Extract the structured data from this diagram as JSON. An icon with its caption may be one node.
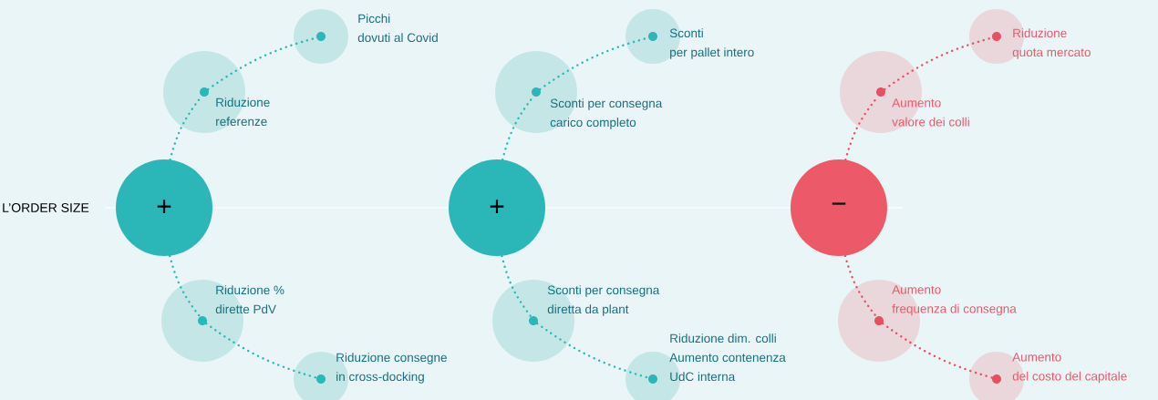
{
  "diagram": {
    "nodes": [
      {
        "text": [
          "+"
        ]
      },
      {
        "text": [
          "Picchi dovuti al Covid"
        ]
      },
      {
        "text": [
          "Riduzione referenze"
        ]
      },
      {
        "text": [
          "Riduzione % dirette PdV"
        ]
      },
      {
        "text": [
          "Riduzione consegne in cross-docking"
        ]
      },
      {
        "text": [
          "+"
        ]
      },
      {
        "text": [
          "Sconti per pallet intero"
        ]
      },
      {
        "text": [
          "Sconti per consegna carico completo"
        ]
      },
      {
        "text": [
          "Sconti per consegna diretta da plant"
        ]
      },
      {
        "text": [
          "Riduzione dim. colli Aumento contenenza UdC interna"
        ]
      },
      {
        "text": [
          "−"
        ]
      },
      {
        "text": [
          "Riduzione quota mercato"
        ]
      },
      {
        "text": [
          "Aumento valore dei colli"
        ]
      },
      {
        "text": [
          "Aumento frequenza di consegna"
        ]
      },
      {
        "text": [
          "Aumento del costo del capitale"
        ]
      }
    ],
    "edges": [
      {
        "from": 0,
        "to": 5,
        "arrow": "none",
        "color": "#ffffff"
      },
      {
        "from": 5,
        "to": 10,
        "arrow": "none",
        "color": "#ffffff"
      },
      {
        "from": 0,
        "to": 2,
        "arrow": "none",
        "style": "dashed"
      },
      {
        "from": 2,
        "to": 1,
        "arrow": "none",
        "style": "dashed"
      },
      {
        "from": 0,
        "to": 3,
        "arrow": "none",
        "style": "dashed"
      },
      {
        "from": 3,
        "to": 4,
        "arrow": "none",
        "style": "dashed"
      },
      {
        "from": 5,
        "to": 7,
        "arrow": "none",
        "style": "dashed"
      },
      {
        "from": 7,
        "to": 6,
        "arrow": "none",
        "style": "dashed"
      },
      {
        "from": 5,
        "to": 8,
        "arrow": "none",
        "style": "dashed"
      },
      {
        "from": 8,
        "to": 9,
        "arrow": "none",
        "style": "dashed"
      },
      {
        "from": 10,
        "to": 12,
        "arrow": "none",
        "style": "dashed",
        "color": "#e84f62"
      },
      {
        "from": 12,
        "to": 11,
        "arrow": "none",
        "style": "dashed",
        "color": "#e84f62"
      },
      {
        "from": 10,
        "to": 13,
        "arrow": "none",
        "style": "dashed",
        "color": "#e84f62"
      },
      {
        "from": 13,
        "to": 14,
        "arrow": "none",
        "style": "dashed",
        "color": "#e84f62"
      }
    ],
    "labels": [
      "L’ORDER SIZE"
    ]
  }
}
